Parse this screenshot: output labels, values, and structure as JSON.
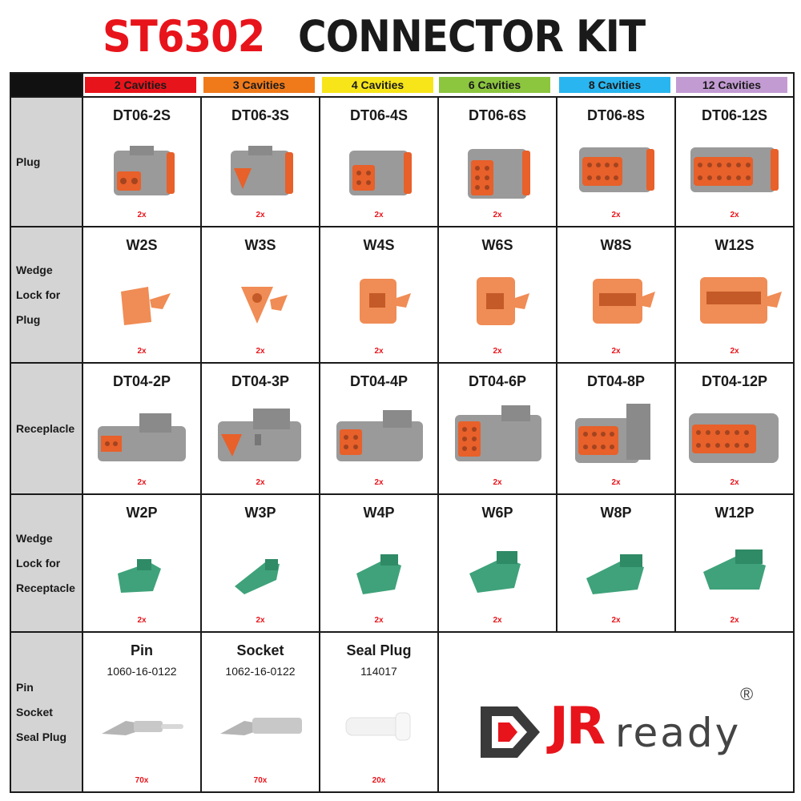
{
  "title": {
    "model": "ST6302",
    "kit": "CONNECTOR KIT"
  },
  "header": [
    {
      "label": "2 Cavities",
      "color": "#e8141b"
    },
    {
      "label": "3 Cavities",
      "color": "#f07a1a"
    },
    {
      "label": "4 Cavities",
      "color": "#f7e51a"
    },
    {
      "label": "6 Cavities",
      "color": "#8cc63f"
    },
    {
      "label": "8 Cavities",
      "color": "#29b6f0"
    },
    {
      "label": "12 Cavities",
      "color": "#c39bd3"
    }
  ],
  "rows": [
    {
      "label": "Plug",
      "items": [
        {
          "name": "DT06-2S",
          "qty": "2x"
        },
        {
          "name": "DT06-3S",
          "qty": "2x"
        },
        {
          "name": "DT06-4S",
          "qty": "2x"
        },
        {
          "name": "DT06-6S",
          "qty": "2x"
        },
        {
          "name": "DT06-8S",
          "qty": "2x"
        },
        {
          "name": "DT06-12S",
          "qty": "2x"
        }
      ]
    },
    {
      "label": "Wedge\nLock for\nPlug",
      "items": [
        {
          "name": "W2S",
          "qty": "2x"
        },
        {
          "name": "W3S",
          "qty": "2x"
        },
        {
          "name": "W4S",
          "qty": "2x"
        },
        {
          "name": "W6S",
          "qty": "2x"
        },
        {
          "name": "W8S",
          "qty": "2x"
        },
        {
          "name": "W12S",
          "qty": "2x"
        }
      ]
    },
    {
      "label": "Receplacle",
      "items": [
        {
          "name": "DT04-2P",
          "qty": "2x"
        },
        {
          "name": "DT04-3P",
          "qty": "2x"
        },
        {
          "name": "DT04-4P",
          "qty": "2x"
        },
        {
          "name": "DT04-6P",
          "qty": "2x"
        },
        {
          "name": "DT04-8P",
          "qty": "2x"
        },
        {
          "name": "DT04-12P",
          "qty": "2x"
        }
      ]
    },
    {
      "label": "Wedge\nLock for\nReceptacle",
      "items": [
        {
          "name": "W2P",
          "qty": "2x"
        },
        {
          "name": "W3P",
          "qty": "2x"
        },
        {
          "name": "W4P",
          "qty": "2x"
        },
        {
          "name": "W6P",
          "qty": "2x"
        },
        {
          "name": "W8P",
          "qty": "2x"
        },
        {
          "name": "W12P",
          "qty": "2x"
        }
      ]
    },
    {
      "label": "Pin\nSocket\nSeal Plug",
      "items": [
        {
          "name": "Pin",
          "pn": "1060-16-0122",
          "qty": "70x"
        },
        {
          "name": "Socket",
          "pn": "1062-16-0122",
          "qty": "70x"
        },
        {
          "name": "Seal Plug",
          "pn": "114017",
          "qty": "20x"
        }
      ]
    }
  ],
  "logo": {
    "jr": "JR",
    "ready": "ready",
    "reg": "®"
  },
  "colors": {
    "gray": "#9a9a9a",
    "orange": "#e8602a",
    "wedge_orange": "#f08c55",
    "green": "#3fa27a"
  }
}
